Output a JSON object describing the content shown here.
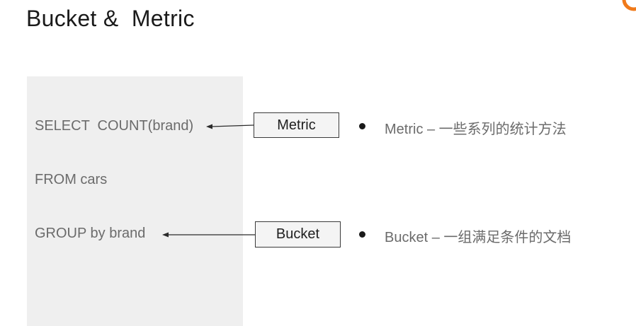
{
  "title": "Bucket &  Metric",
  "sql": {
    "select": "SELECT  COUNT(brand)",
    "from": "FROM cars",
    "group": "GROUP by brand"
  },
  "labels": {
    "metric": "Metric",
    "bucket": "Bucket"
  },
  "descriptions": {
    "metric": "Metric – 一些系列的统计方法",
    "bucket": "Bucket – 一组满足条件的文档"
  },
  "colors": {
    "panel": "#efefef",
    "logo": "#f07a1a"
  }
}
